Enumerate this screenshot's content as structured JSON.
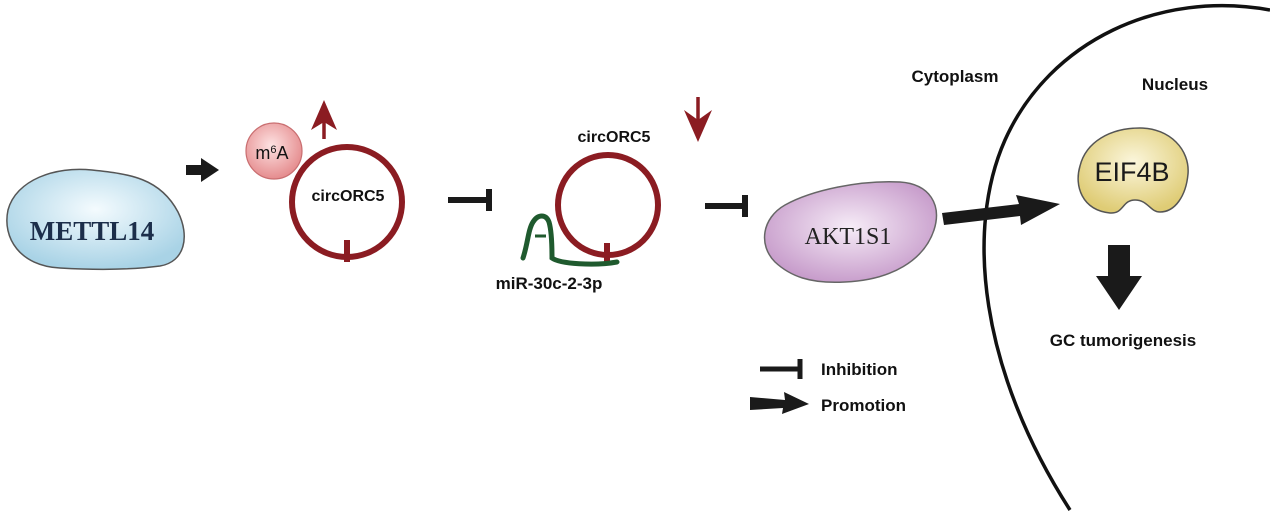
{
  "regions": {
    "cytoplasm": "Cytoplasm",
    "nucleus": "Nucleus"
  },
  "nodes": {
    "mettl14": "METTL14",
    "m6a": {
      "base": "m",
      "sup": "6",
      "tail": "A"
    },
    "circ_left": "circORC5",
    "circ_right": "circORC5",
    "mirna": "miR-30c-2-3p",
    "akt1s1": "AKT1S1",
    "eif4b": "EIF4B",
    "outcome": "GC tumorigenesis"
  },
  "legend": {
    "inhibition": "Inhibition",
    "promotion": "Promotion"
  },
  "colors": {
    "circ": "#8b1c22",
    "mirna": "#1f5a2e",
    "mettl14_fill": "#cfe7f2",
    "m6a_fill": "#f2a7a8",
    "akt1s1_fill": "#d6b0d8",
    "eif4b_fill": "#efe2a2",
    "arrow": "#1a1a1a"
  }
}
